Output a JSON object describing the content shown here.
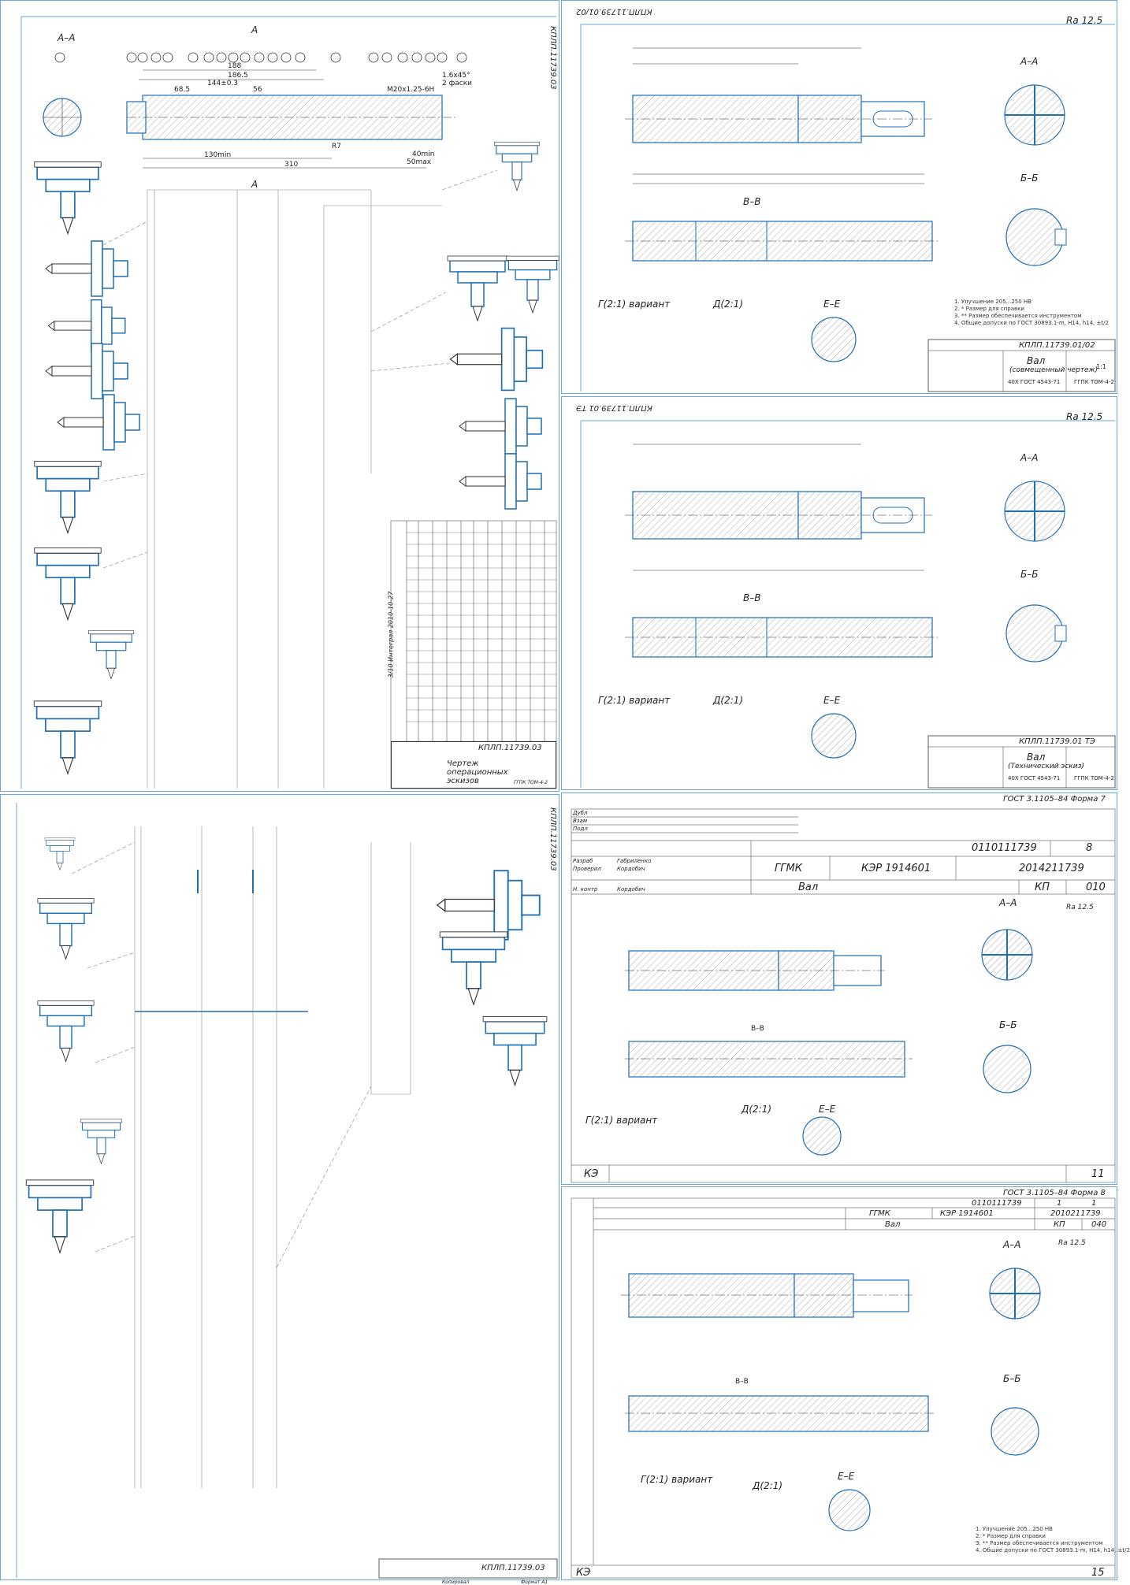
{
  "sheet1": {
    "section_label": "А–А",
    "section_mark": "А",
    "code_vertical": "КПЛП.11739.03",
    "title_block": {
      "code": "КПЛП.11739.03",
      "title": "Чертеж операционных эскизов",
      "group": "ГГПК ТОМ-4-2"
    },
    "dims": [
      "188",
      "186.5",
      "68.5",
      "56",
      "144±0.3",
      "310",
      "130min",
      "40min",
      "50max",
      "М20х1.25-6Н",
      "1.6х45°",
      "2 фаски",
      "R7"
    ]
  },
  "sheet2": {
    "code": "КПЛП.11739.01/02",
    "roughness": "Ra 12.5",
    "section_labels": [
      "А–А",
      "Б–Б",
      "В–В",
      "Г(2:1) вариант",
      "Д(2:1)",
      "Е–Е"
    ],
    "title_block": {
      "code": "КПЛП.11739.01/02",
      "title": "Вал",
      "subtitle": "(совмещенный чертеж)",
      "material_1": "40Х ГОСТ 4543-71",
      "group": "ГГПК ТОМ-4-2",
      "scale": "1:1"
    },
    "notes": [
      "1. Улучшение 205...250 НВ",
      "2. * Размер для справки",
      "3. ** Размер обеспечивается инструментом",
      "4. Общие допуски по ГОСТ 30893.1-m, H14, h14, ±t/2"
    ]
  },
  "sheet3": {
    "code": "КПЛП.11739.01 ТЭ",
    "roughness": "Ra 12.5",
    "section_labels": [
      "А–А",
      "Б–Б",
      "В–В",
      "Г(2:1) вариант",
      "Д(2:1)",
      "Е–Е"
    ],
    "title_block": {
      "code": "КПЛП.11739.01 ТЭ",
      "title": "Вал",
      "subtitle": "(Технический эскиз)",
      "material_1": "40Х ГОСТ 4543-71",
      "group": "ГГПК ТОМ-4-2"
    },
    "table_title": "3/10 Интеграл 2010-10-27",
    "table_footer": {
      "code": "КПЛП.11739.03",
      "title": "Чертеж операционных эскизов",
      "group": "ГГПК ТОМ-4-2"
    }
  },
  "sheet4": {
    "code_vertical": "КПЛП.11739.03",
    "title_block": {
      "code": "КПЛП.11739.03",
      "copied": "Копировал",
      "format": "Формат А1"
    }
  },
  "sheet5": {
    "gost": "ГОСТ 3.1105–84  Форма 7",
    "doc_number": "0110111739",
    "sheet_no": "8",
    "org": "ГГМК",
    "doc_code": "КЭР 1914601",
    "part_code": "2014211739",
    "part_name": "Вал",
    "kp": "КП",
    "op": "010",
    "ke": "КЭ",
    "page": "11",
    "rows": [
      "Дубл",
      "Взам",
      "Подл"
    ],
    "staff": [
      [
        "Разраб",
        "Габриленко"
      ],
      [
        "Проверил",
        "Кордобич"
      ],
      [
        "Н. контр",
        "Кордобич"
      ]
    ],
    "section_labels": [
      "А–А",
      "Б–Б",
      "В–В",
      "Г(2:1) вариант",
      "Д(2:1)",
      "Е–Е"
    ],
    "roughness": "Ra 12.5"
  },
  "sheet6": {
    "gost": "ГОСТ 3.1105–84  Форма 8",
    "doc_number": "0110111739",
    "sheets": [
      "1",
      "1"
    ],
    "org": "ГГМК",
    "doc_code": "КЭР 1914601",
    "part_code": "2010211739",
    "part_name": "Вал",
    "kp": "КП",
    "op": "040",
    "ke": "КЭ",
    "page": "15",
    "section_labels": [
      "А–А",
      "Б–Б",
      "В–В",
      "Г(2:1) вариант",
      "Д(2:1)",
      "Е–Е"
    ],
    "roughness": "Ra 12.5",
    "notes": [
      "1. Улучшение 205...250 НВ",
      "2. * Размер для справки",
      "3. ** Размер обеспечивается инструментом",
      "4. Общие допуски по ГОСТ 30893.1-m, H14, h14, ±t/2"
    ]
  },
  "colors": {
    "line": "#1f6fb3",
    "ink": "#222222",
    "frame": "#6aa7d6"
  }
}
